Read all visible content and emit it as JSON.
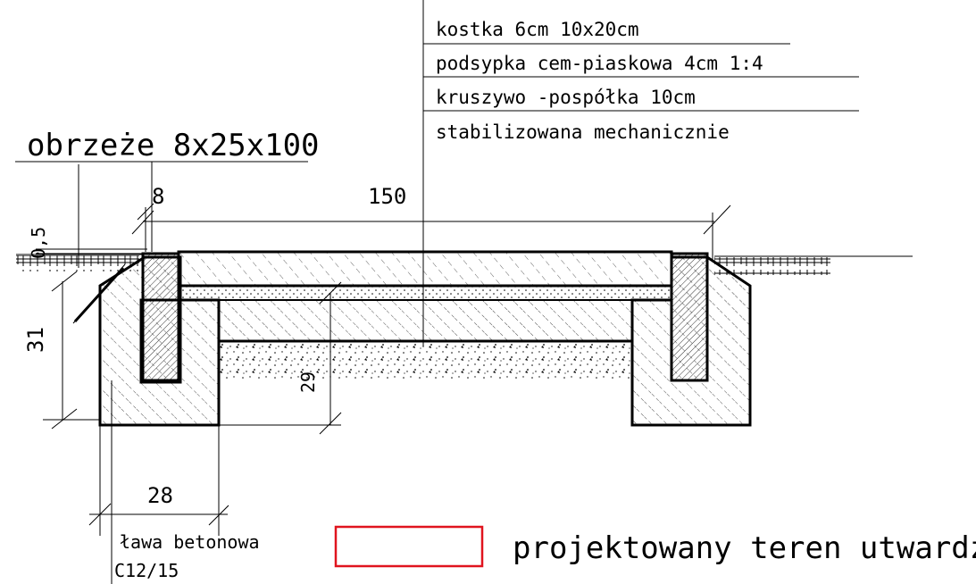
{
  "layers": [
    "kostka  6cm 10x20cm",
    "podsypka cem-piaskowa 4cm 1:4",
    "kruszywo -pospółka 10cm",
    "stabilizowana mechanicznie"
  ],
  "curb_label": "obrzeże 8x25x100",
  "dimensions": {
    "width_total": "150",
    "curb_width": "8",
    "offset": "0,5",
    "depth_total": "31",
    "aggregate_depth": "29",
    "footing_width": "28"
  },
  "footing_label": [
    "ława betonowa",
    "C12/15"
  ],
  "legend": {
    "swatch_color": "#e0141e",
    "label": "projektowany teren utwardzony"
  }
}
